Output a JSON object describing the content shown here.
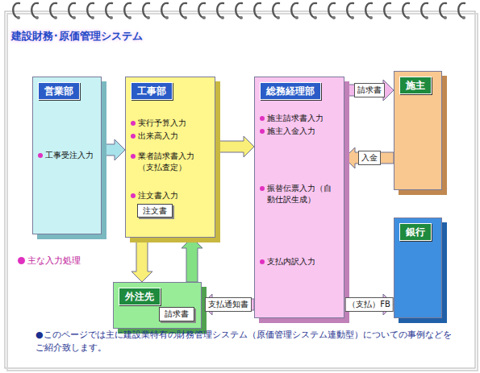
{
  "diagram": {
    "title": "建設財務･原価管理システム",
    "caption": "●このページでは主に建設業特有の財務管理システム（原価管理システム連動型）についての事例などをご紹介致します。",
    "nodes": [
      {
        "text": [
          "営業部",
          "工事受注入力"
        ]
      },
      {
        "text": [
          "工事部",
          "実行予算入力",
          "出来高入力",
          "業者請求書入力（支払査定）",
          "注文書入力"
        ]
      },
      {
        "text": [
          "注文書"
        ],
        "in": 1
      },
      {
        "text": [
          "総務経理部",
          "施主請求書入力",
          "施主入金入力",
          "振替伝票入力（自動仕訳生成）",
          "支払内訳入力"
        ]
      },
      {
        "text": [
          "施主"
        ]
      },
      {
        "text": [
          "銀行"
        ]
      },
      {
        "text": [
          "外注先"
        ]
      },
      {
        "text": [
          "請求書"
        ],
        "in": 6
      }
    ],
    "edges": [
      {
        "from": 0,
        "to": 1,
        "arrow": "to"
      },
      {
        "from": 1,
        "to": 3,
        "arrow": "to"
      },
      {
        "from": 3,
        "to": 4,
        "label": "請求書",
        "arrow": "to"
      },
      {
        "from": 4,
        "to": 3,
        "label": "入金",
        "arrow": "to"
      },
      {
        "from": 1,
        "to": 6,
        "arrow": "to"
      },
      {
        "from": 6,
        "to": 1,
        "arrow": "to"
      },
      {
        "from": 3,
        "to": 6,
        "label": "支払通知書",
        "arrow": "to"
      },
      {
        "from": 3,
        "to": 5,
        "label": "（支払）FB",
        "arrow": "to"
      }
    ],
    "legend": [
      {
        "text": "主な入力処理",
        "color": "#e030c0"
      }
    ]
  }
}
